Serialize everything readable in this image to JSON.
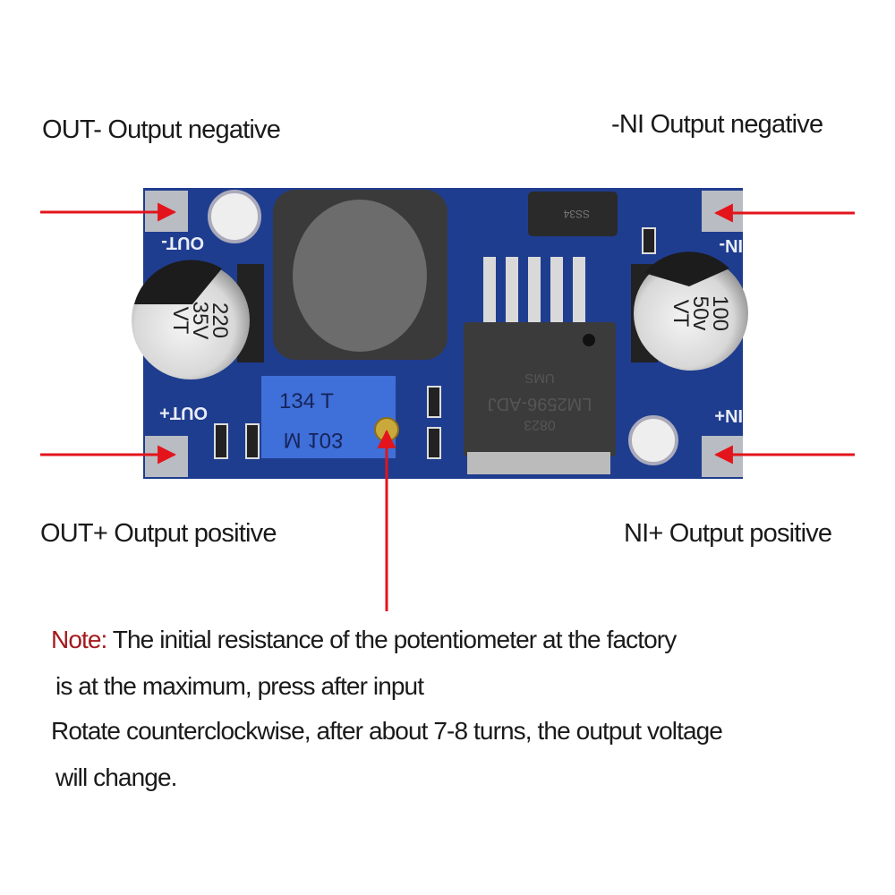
{
  "labels": {
    "out_negative": "OUT- Output negative",
    "in_negative": "-NI Output negative",
    "out_positive": "OUT+ Output positive",
    "in_positive": "NI+ Output positive"
  },
  "note": {
    "prefix": "Note:",
    "line1": " The initial resistance of the potentiometer at the factory",
    "line2": "is at the maximum, press after input",
    "line3": "Rotate counterclockwise, after about 7-8 turns, the output voltage",
    "line4": "will change."
  },
  "board": {
    "silkscreen": {
      "out_minus": "OUT-",
      "out_plus": "OUT+",
      "in_minus": "IN-",
      "in_plus": "IN+"
    },
    "cap_left": [
      "220",
      "35V",
      "VT"
    ],
    "cap_right": [
      "100",
      "50v",
      "VT"
    ],
    "pot": [
      "134 T",
      "M 103"
    ],
    "regulator": [
      "0823",
      "LM2596-ADJ",
      "UMS"
    ],
    "diode": "SS34"
  },
  "colors": {
    "pcb": "#1f3d8f",
    "arrow": "#e3141b",
    "note_accent": "#a31a1e",
    "pot": "#3f6fd8"
  }
}
